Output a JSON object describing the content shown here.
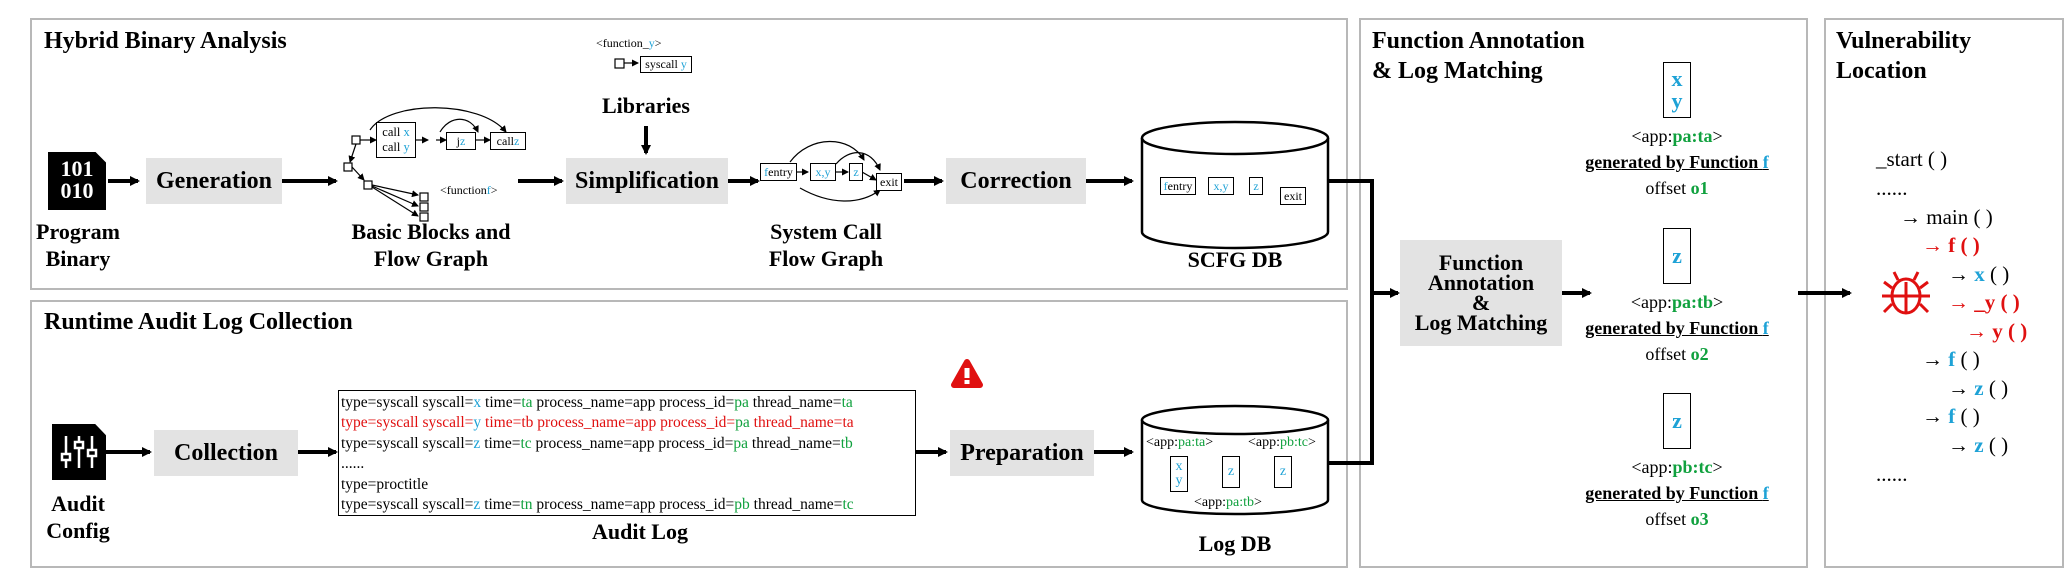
{
  "panels": {
    "hybrid": "Hybrid Binary Analysis",
    "runtime": "Runtime Audit Log Collection",
    "annotation": "Function Annotation\n& Log Matching",
    "vuln": "Vulnerability\nLocation"
  },
  "binary": {
    "digits_top": "101",
    "digits_bottom": "010",
    "label": "Program\nBinary"
  },
  "audit_config": {
    "label": "Audit\nConfig"
  },
  "steps": {
    "generation": "Generation",
    "simplification": "Simplification",
    "correction": "Correction",
    "collection": "Collection",
    "preparation": "Preparation",
    "annotation": "Function\nAnnotation\n&\nLog Matching"
  },
  "labels": {
    "bb": "Basic Blocks and\nFlow Graph",
    "libraries": "Libraries",
    "scfg": "System Call\nFlow Graph",
    "scfg_db": "SCFG DB",
    "audit_log": "Audit Log",
    "log_db": "Log DB"
  },
  "mini": {
    "function_y_pre": "<function_",
    "function_y_var": "y",
    "function_y_post": ">",
    "syscall_y_pre": "syscall",
    "syscall_y_var": "y",
    "call_x_pre": "call",
    "call_x_var": "x",
    "call_y_pre": "call",
    "call_y_var": "y",
    "jz_pre": "j",
    "jz_var": "z",
    "call_z_pre": "call",
    "call_z_var": "z",
    "function_f_pre": "<function",
    "function_f_var": "f",
    "function_f_post": ">",
    "f_var": "f",
    "entry": "entry",
    "xy": "x,y",
    "z": "z",
    "exit": "exit"
  },
  "audit_log_lines": [
    {
      "color": "black",
      "parts": [
        [
          "type=syscall   syscall=",
          "k"
        ],
        [
          "x",
          "b"
        ],
        [
          " time=",
          "k"
        ],
        [
          "ta",
          "g"
        ],
        [
          " process_name=app process_id=",
          "k"
        ],
        [
          "pa",
          "g"
        ],
        [
          " thread_name=",
          "k"
        ],
        [
          "ta",
          "g"
        ]
      ]
    },
    {
      "color": "red",
      "parts": [
        [
          "type=syscall   syscall=",
          "r"
        ],
        [
          "y",
          "b"
        ],
        [
          " time=",
          "r"
        ],
        [
          "tb",
          "r"
        ],
        [
          " process_name=app process_id=",
          "r"
        ],
        [
          "pa",
          "g"
        ],
        [
          " thread_name=",
          "r"
        ],
        [
          "ta",
          "r"
        ]
      ]
    },
    {
      "color": "black",
      "parts": [
        [
          "type=syscall   syscall=",
          "k"
        ],
        [
          "z",
          "b"
        ],
        [
          " time=",
          "k"
        ],
        [
          "tc",
          "g"
        ],
        [
          " process_name=app process_id=",
          "k"
        ],
        [
          "pa",
          "g"
        ],
        [
          " thread_name=",
          "k"
        ],
        [
          "tb",
          "g"
        ]
      ]
    },
    {
      "color": "black",
      "parts": [
        [
          "......",
          "k"
        ]
      ]
    },
    {
      "color": "black",
      "parts": [
        [
          "type=proctitle",
          "k"
        ]
      ]
    },
    {
      "color": "black",
      "parts": [
        [
          "type=syscall   syscall=",
          "k"
        ],
        [
          "z",
          "b"
        ],
        [
          " time=",
          "k"
        ],
        [
          "tn",
          "g"
        ],
        [
          " process_name=app process_id=",
          "k"
        ],
        [
          "pb",
          "g"
        ],
        [
          " thread_name=",
          "k"
        ],
        [
          "tc",
          "g"
        ]
      ]
    }
  ],
  "log_db": {
    "tag1_pre": "<app:",
    "tag1_var": "pa:ta",
    "tag1_post": ">",
    "tag2_pre": "<app:",
    "tag2_var": "pb:tc",
    "tag2_post": ">",
    "tag3_pre": "<app:",
    "tag3_var": "pa:tb",
    "tag3_post": ">",
    "x": "x",
    "y": "y",
    "z1": "z",
    "z2": "z"
  },
  "matches": [
    {
      "vars": [
        "x",
        "y"
      ],
      "tag_pre": "<app:",
      "tag_var": "pa:ta",
      "tag_post": ">",
      "gen_pre": "generated by Function ",
      "gen_var": "f",
      "off_pre": "offset ",
      "off_var": "o1"
    },
    {
      "vars": [
        "z"
      ],
      "tag_pre": "<app:",
      "tag_var": "pa:tb",
      "tag_post": ">",
      "gen_pre": "generated by Function ",
      "gen_var": "f",
      "off_pre": "offset ",
      "off_var": "o2"
    },
    {
      "vars": [
        "z"
      ],
      "tag_pre": "<app:",
      "tag_var": "pb:tc",
      "tag_post": ">",
      "gen_pre": "generated by Function ",
      "gen_var": "f",
      "off_pre": "offset ",
      "off_var": "o3"
    }
  ],
  "trace": [
    {
      "text": "_start ( )",
      "color": "black"
    },
    {
      "text": "......",
      "color": "black"
    },
    {
      "text": "→ main ( )",
      "color": "black"
    },
    {
      "text": "→ f ( )",
      "color": "red"
    },
    {
      "text": "→ x ( )",
      "color": "blue"
    },
    {
      "text": "→ _y ( )",
      "color": "red"
    },
    {
      "text": "→ y ( )",
      "color": "red"
    },
    {
      "text": "→ f ( )",
      "color": "blue"
    },
    {
      "text": "→ z ( )",
      "color": "blue"
    },
    {
      "text": "→ f ( )",
      "color": "blue"
    },
    {
      "text": "→ z ( )",
      "color": "blue"
    },
    {
      "text": "......",
      "color": "black"
    }
  ],
  "colors": {
    "blue": "#1ea2d6",
    "green": "#10a13e",
    "red": "#e01010",
    "box": "#e3e3e3"
  }
}
